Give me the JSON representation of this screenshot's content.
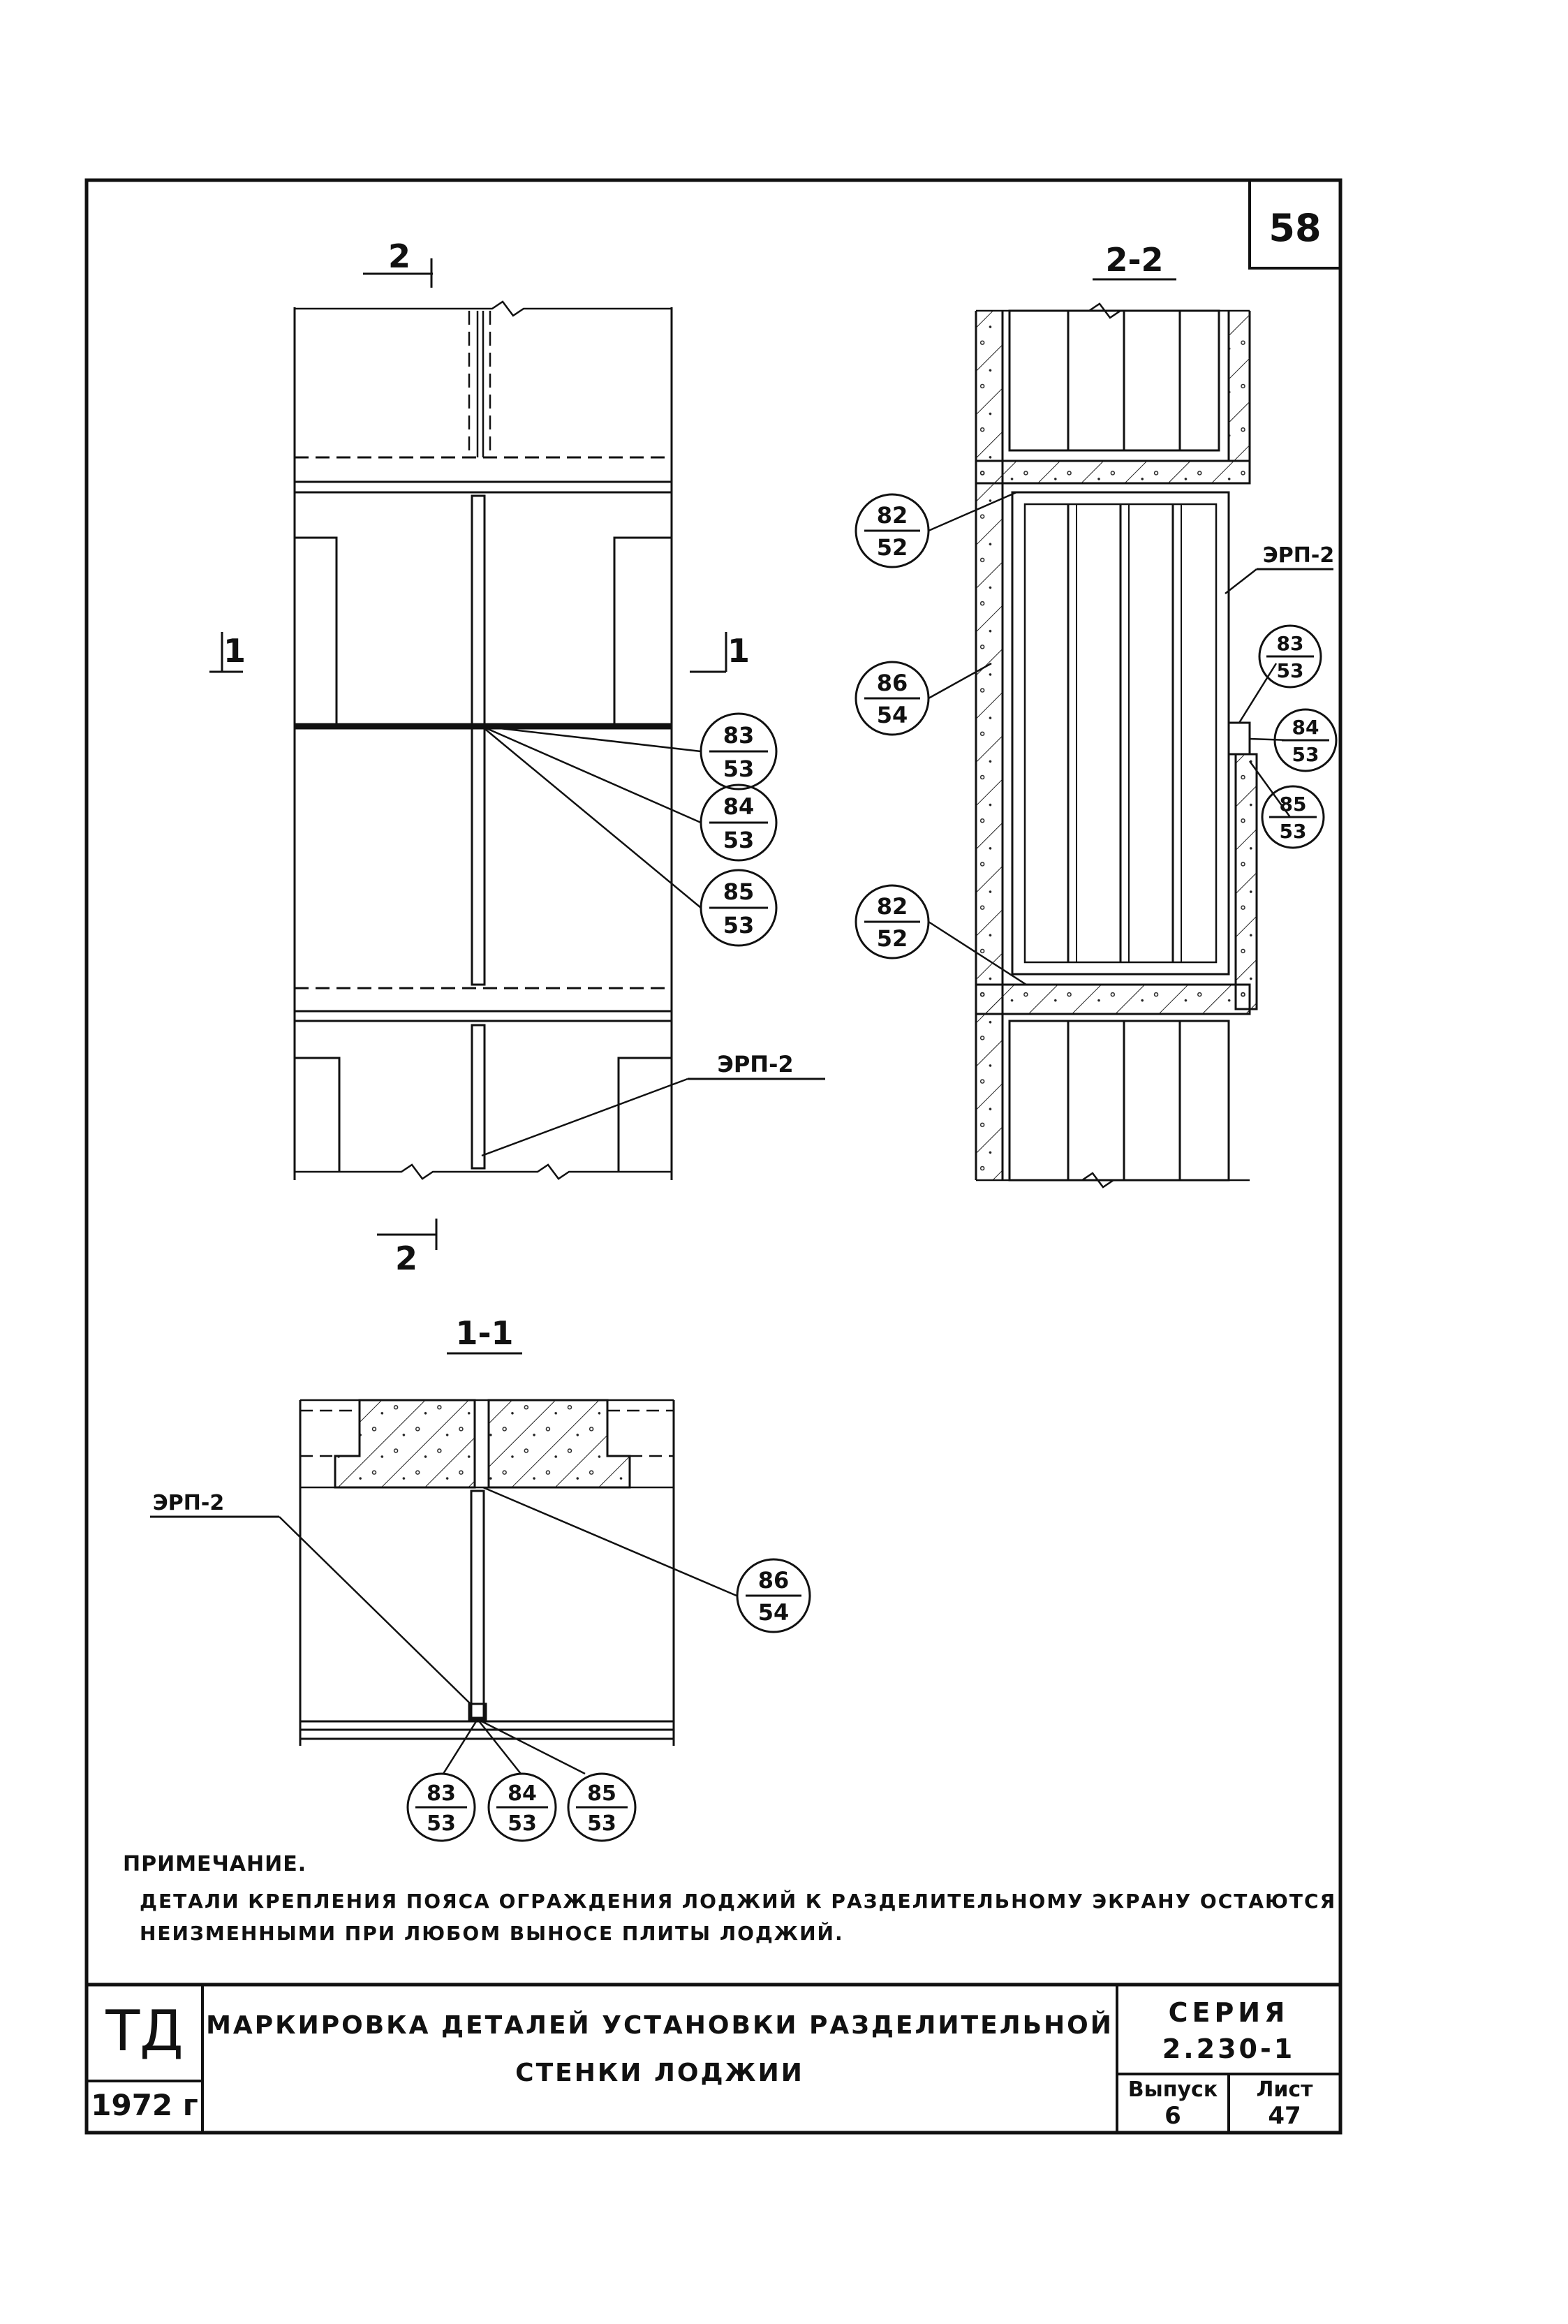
{
  "sheet_number": "58",
  "plan_view": {
    "section_mark_top": "2",
    "section_mark_bottom": "2",
    "section_mark_left": "1",
    "section_mark_right": "1",
    "callouts": [
      {
        "top": "83",
        "bottom": "53"
      },
      {
        "top": "84",
        "bottom": "53"
      },
      {
        "top": "85",
        "bottom": "53"
      }
    ],
    "panel_label": "ЭРП-2"
  },
  "section_2_2": {
    "title": "2-2",
    "panel_label": "ЭРП-2",
    "callouts": [
      {
        "top": "82",
        "bottom": "52"
      },
      {
        "top": "86",
        "bottom": "54"
      },
      {
        "top": "82",
        "bottom": "52"
      },
      {
        "top": "83",
        "bottom": "53"
      },
      {
        "top": "84",
        "bottom": "53"
      },
      {
        "top": "85",
        "bottom": "53"
      }
    ]
  },
  "section_1_1": {
    "title": "1-1",
    "panel_label": "ЭРП-2",
    "callouts": [
      {
        "top": "86",
        "bottom": "54"
      },
      {
        "top": "83",
        "bottom": "53"
      },
      {
        "top": "84",
        "bottom": "53"
      },
      {
        "top": "85",
        "bottom": "53"
      }
    ]
  },
  "note": {
    "title": "ПРИМЕЧАНИЕ.",
    "line1": "ДЕТАЛИ КРЕПЛЕНИЯ ПОЯСА ОГРАЖДЕНИЯ ЛОДЖИЙ К РАЗДЕЛИТЕЛЬНОМУ ЭКРАНУ ОСТАЮТСЯ",
    "line2": "НЕИЗМЕННЫМИ ПРИ ЛЮБОМ ВЫНОСЕ ПЛИТЫ ЛОДЖИЙ."
  },
  "title_block": {
    "org": "ТД",
    "year": "1972 г",
    "title_line1": "МАРКИРОВКА ДЕТАЛЕЙ УСТАНОВКИ РАЗДЕЛИТЕЛЬНОЙ",
    "title_line2": "СТЕНКИ ЛОДЖИИ",
    "series_label": "СЕРИЯ",
    "series_value": "2.230-1",
    "issue_label": "Выпуск",
    "issue_value": "6",
    "sheet_label": "Лист",
    "sheet_value": "47"
  }
}
